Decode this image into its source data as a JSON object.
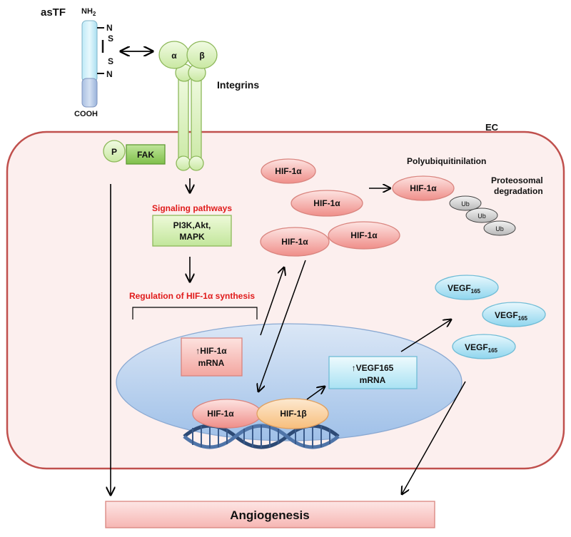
{
  "astf": {
    "title": "asTF",
    "nh2": "NH",
    "nh2_sub": "2",
    "n_top": "N",
    "s_top": "S",
    "s_bottom": "S",
    "n_bottom": "N",
    "cooh": "COOH"
  },
  "integrins": {
    "label": "Integrins",
    "alpha": "α",
    "beta": "β"
  },
  "cell": {
    "label": "EC"
  },
  "fak": {
    "p": "P",
    "label": "FAK"
  },
  "signaling": {
    "title": "Signaling pathways",
    "box_line1": "PI3K,Akt,",
    "box_line2": "MAPK"
  },
  "regulation": {
    "title": "Regulation of HIF-1α synthesis"
  },
  "hif": {
    "label": "HIF-1α",
    "partner_label": "HIF-1β"
  },
  "degradation": {
    "polyubiquitination": "Polyubiquitinilation",
    "proteosomal_line1": "Proteosomal",
    "proteosomal_line2": "degradation",
    "ub": "Ub"
  },
  "nucleus": {
    "hif_mrna_line1": "↑HIF-1α",
    "hif_mrna_line2": "mRNA",
    "vegf_mrna_line1": "↑VEGF165",
    "vegf_mrna_line2": "mRNA"
  },
  "vegf": {
    "label": "VEGF",
    "sub": "165"
  },
  "angiogenesis": {
    "label": "Angiogenesis"
  },
  "colors": {
    "cell_border": "#c0504d",
    "cell_fill": "#fbeceb",
    "integrin_fill": "#d8efb8",
    "integrin_stroke": "#8db85a",
    "hif_fill": "#f4a7a3",
    "vegf_fill": "#bfe8f5",
    "hifb_fill": "#fbd3a3",
    "red_text": "#e01b1b"
  }
}
